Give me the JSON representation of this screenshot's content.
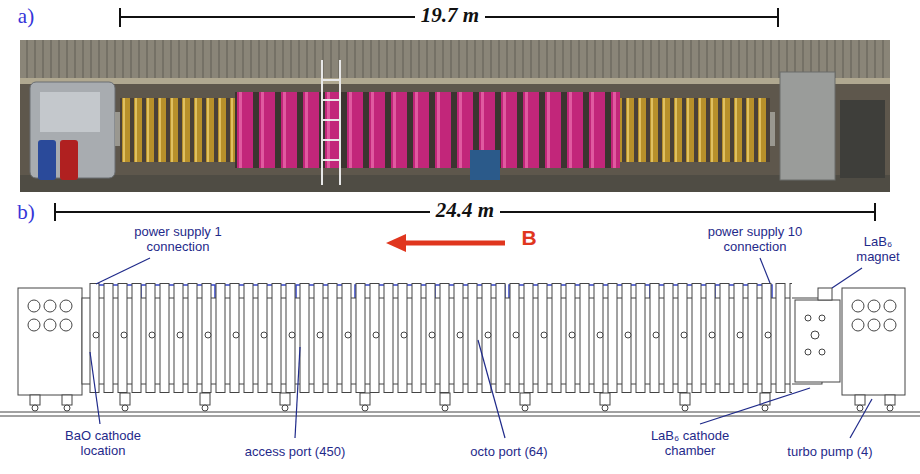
{
  "diagram": {
    "labels": [
      "a)",
      "19.7 m",
      "b)",
      "24.4 m",
      "B",
      "power supply 1 connection",
      "power supply 10 connection",
      "LaB₆ magnet",
      "BaO cathode location",
      "access port (450)",
      "octo port (64)",
      "LaB₆ cathode chamber",
      "turbo pump (4)"
    ]
  }
}
